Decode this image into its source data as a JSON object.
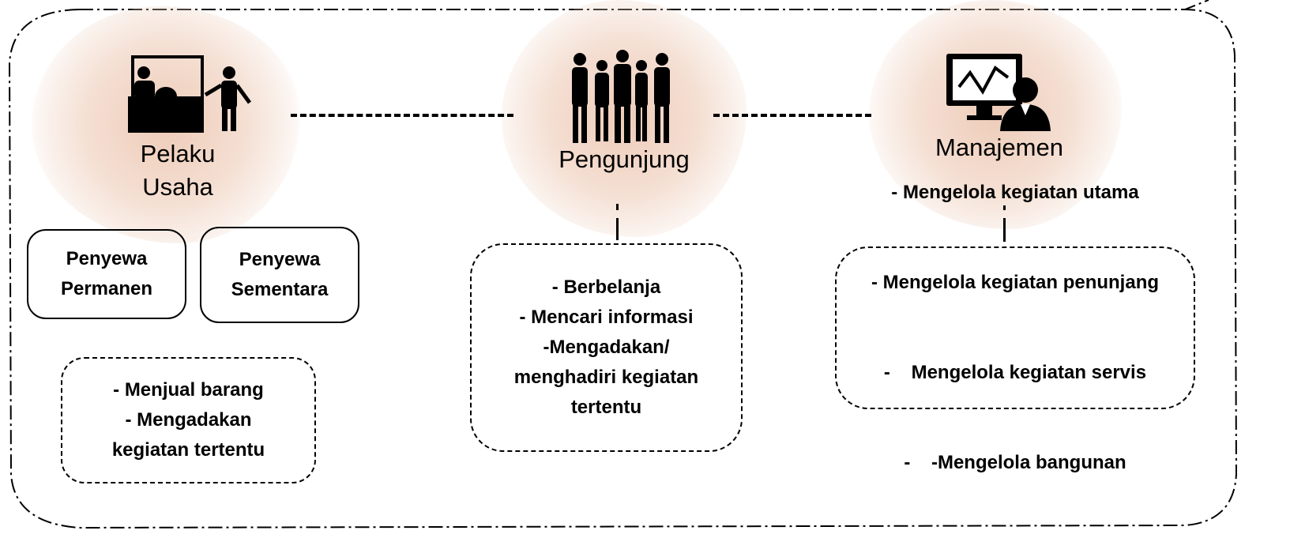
{
  "roles": {
    "pelaku": {
      "label_line1": "Pelaku",
      "label_line2": "Usaha",
      "icon": "vendor-booth-icon"
    },
    "pengunjung": {
      "label": "Pengunjung",
      "icon": "visitors-group-icon"
    },
    "manajemen": {
      "label": "Manajemen",
      "icon": "manager-monitor-icon"
    }
  },
  "pelaku_types": {
    "permanen": {
      "line1": "Penyewa",
      "line2": "Permanen"
    },
    "sementara": {
      "line1": "Penyewa",
      "line2": "Sementara"
    }
  },
  "pelaku_activities": {
    "line1": "- Menjual barang",
    "line2": "- Mengadakan",
    "line3": "kegiatan tertentu"
  },
  "pengunjung_activities": {
    "line1": "- Berbelanja",
    "line2": "- Mencari informasi",
    "line3": "-Mengadakan/",
    "line4": "menghadiri kegiatan",
    "line5": "tertentu"
  },
  "manajemen_activities": {
    "line1": "- Mengelola kegiatan utama",
    "line2": "- Mengelola kegiatan penunjang",
    "line3": "-    Mengelola kegiatan servis",
    "line4": "-    -Mengelola bangunan"
  },
  "colors": {
    "blob": "#e8baa0",
    "stroke": "#000000"
  }
}
